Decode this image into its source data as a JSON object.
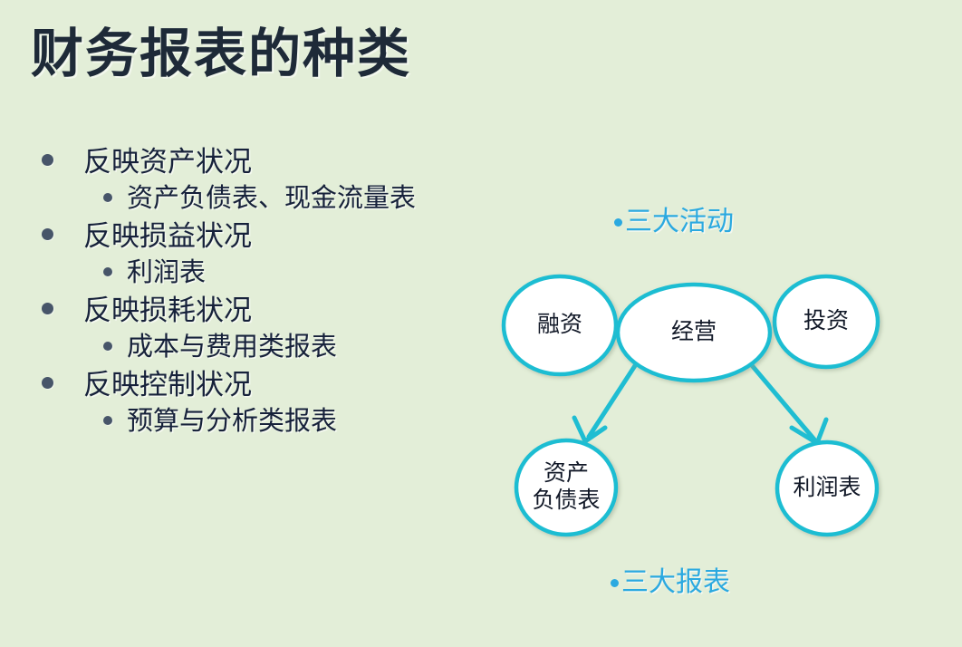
{
  "slide": {
    "title": "财务报表的种类",
    "background_color": "#E3EED8",
    "title_color": "#1E2A38"
  },
  "bullets": [
    {
      "level": 1,
      "text": "反映资产状况"
    },
    {
      "level": 2,
      "text": "资产负债表、现金流量表"
    },
    {
      "level": 1,
      "text": "反映损益状况"
    },
    {
      "level": 2,
      "text": "利润表"
    },
    {
      "level": 1,
      "text": "反映损耗状况"
    },
    {
      "level": 2,
      "text": "成本与费用类报表"
    },
    {
      "level": 1,
      "text": "反映控制状况"
    },
    {
      "level": 2,
      "text": "预算与分析类报表"
    }
  ],
  "diagram": {
    "outline_color": "#1FBDD2",
    "fill_color": "#FFFFFF",
    "caption_color": "#2BA9E0",
    "top_caption": "三大活动",
    "bottom_caption": "三大报表",
    "nodes": [
      {
        "id": "financing",
        "label": "融资",
        "group": "activities"
      },
      {
        "id": "operating",
        "label": "经营",
        "group": "activities"
      },
      {
        "id": "investing",
        "label": "投资",
        "group": "activities"
      },
      {
        "id": "balance",
        "label": "资产\n负债表",
        "group": "statements"
      },
      {
        "id": "income",
        "label": "利润表",
        "group": "statements"
      }
    ],
    "edges": [
      {
        "from": "operating",
        "to": "balance",
        "arrow": true
      },
      {
        "from": "operating",
        "to": "income",
        "arrow": true
      }
    ]
  }
}
